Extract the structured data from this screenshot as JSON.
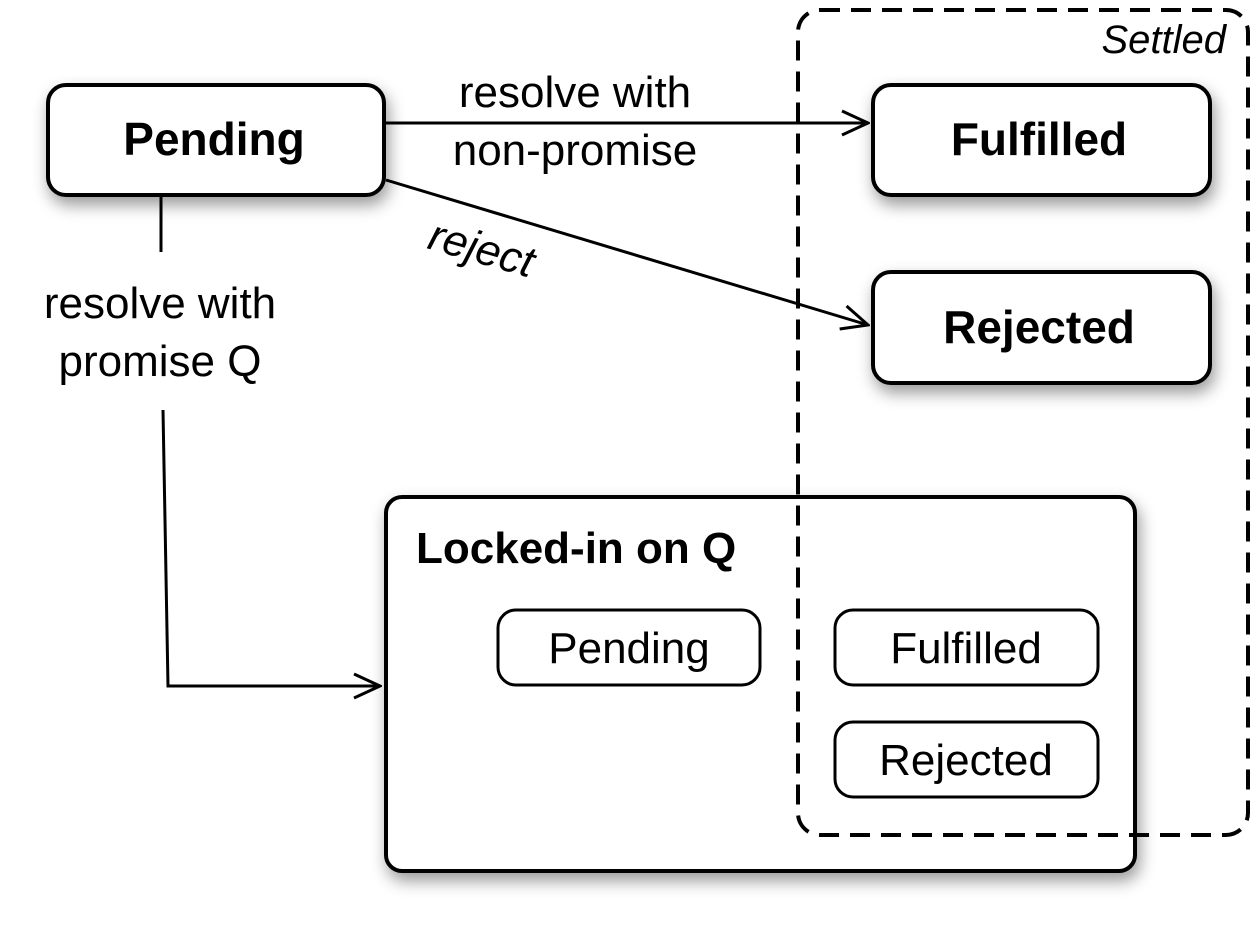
{
  "states": {
    "pending": "Pending",
    "fulfilled": "Fulfilled",
    "rejected": "Rejected"
  },
  "settled_region": {
    "label": "Settled"
  },
  "locked_in": {
    "title": "Locked-in on Q",
    "states": {
      "pending": "Pending",
      "fulfilled": "Fulfilled",
      "rejected": "Rejected"
    }
  },
  "transitions": {
    "resolve_non_promise": [
      "resolve with",
      "non-promise"
    ],
    "reject": "reject",
    "resolve_promise": [
      "resolve with",
      "promise Q"
    ]
  }
}
